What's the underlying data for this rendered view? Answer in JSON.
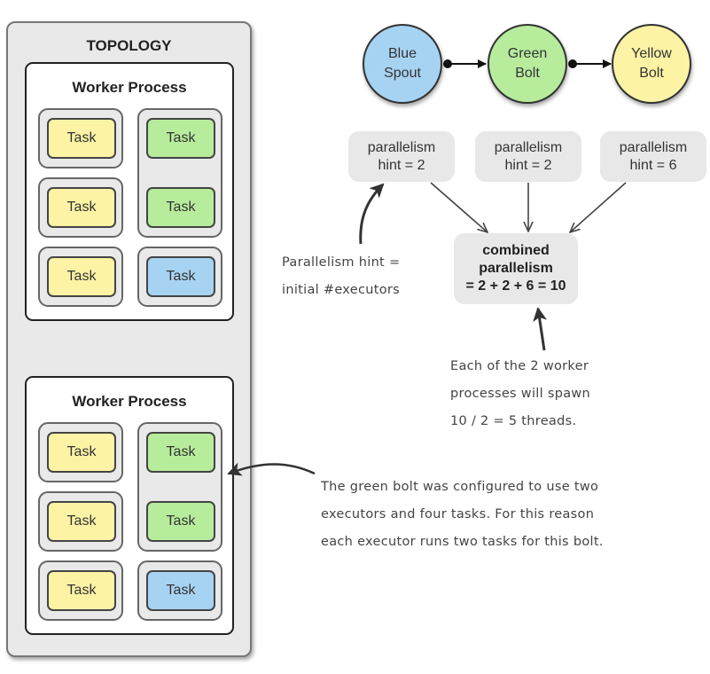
{
  "topology": {
    "title": "TOPOLOGY",
    "workers": [
      {
        "title": "Worker Process",
        "executors": [
          {
            "column": "left",
            "tasks": [
              {
                "label": "Task",
                "component": "yellow"
              }
            ]
          },
          {
            "column": "left",
            "tasks": [
              {
                "label": "Task",
                "component": "yellow"
              }
            ]
          },
          {
            "column": "left",
            "tasks": [
              {
                "label": "Task",
                "component": "yellow"
              }
            ]
          },
          {
            "column": "right",
            "tasks": [
              {
                "label": "Task",
                "component": "green"
              },
              {
                "label": "Task",
                "component": "green"
              }
            ]
          },
          {
            "column": "right",
            "tasks": [
              {
                "label": "Task",
                "component": "blue"
              }
            ]
          }
        ]
      },
      {
        "title": "Worker Process",
        "executors": [
          {
            "column": "left",
            "tasks": [
              {
                "label": "Task",
                "component": "yellow"
              }
            ]
          },
          {
            "column": "left",
            "tasks": [
              {
                "label": "Task",
                "component": "yellow"
              }
            ]
          },
          {
            "column": "left",
            "tasks": [
              {
                "label": "Task",
                "component": "yellow"
              }
            ]
          },
          {
            "column": "right",
            "tasks": [
              {
                "label": "Task",
                "component": "green"
              },
              {
                "label": "Task",
                "component": "green"
              }
            ]
          },
          {
            "column": "right",
            "tasks": [
              {
                "label": "Task",
                "component": "blue"
              }
            ]
          }
        ]
      }
    ]
  },
  "colors": {
    "blue": "#a7d3f2",
    "green": "#b7ec9c",
    "yellow": "#fdf3a5"
  },
  "pipeline": {
    "nodes": [
      {
        "line1": "Blue",
        "line2": "Spout",
        "color": "blue"
      },
      {
        "line1": "Green",
        "line2": "Bolt",
        "color": "green"
      },
      {
        "line1": "Yellow",
        "line2": "Bolt",
        "color": "yellow"
      }
    ],
    "hints": [
      {
        "line1": "parallelism",
        "line2": "hint = 2"
      },
      {
        "line1": "parallelism",
        "line2": "hint = 2"
      },
      {
        "line1": "parallelism",
        "line2": "hint = 6"
      }
    ],
    "combined": {
      "line1": "combined",
      "line2": "parallelism",
      "line3": "= 2 + 2 + 6 = 10"
    }
  },
  "notes": {
    "hint_note": [
      "Parallelism hint =",
      "initial #executors"
    ],
    "threads_note": [
      "Each of the 2 worker",
      "processes will spawn",
      "10 / 2 = 5 threads."
    ],
    "green_bolt_note": [
      "The green bolt was configured to use two",
      "executors and four tasks.  For this reason",
      "each executor runs two tasks for this bolt."
    ]
  }
}
